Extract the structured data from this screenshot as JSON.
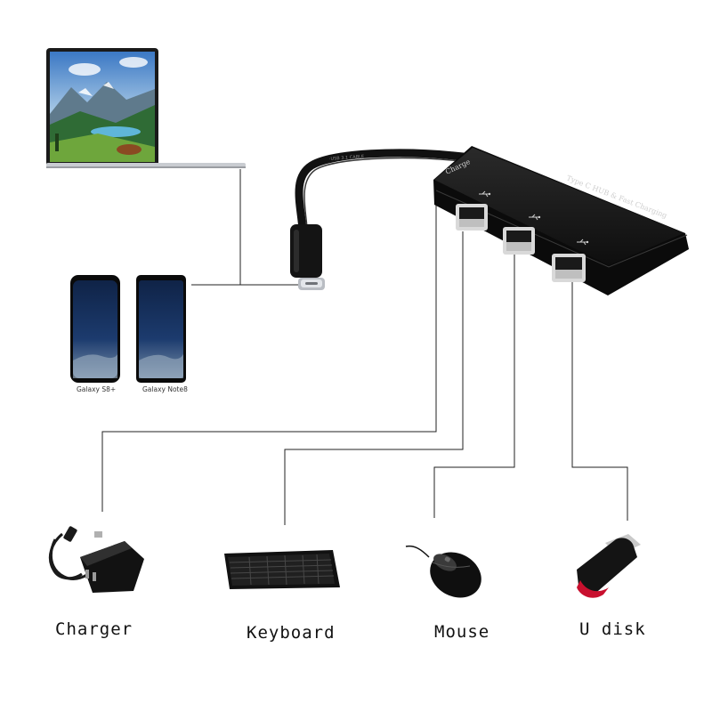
{
  "devices": {
    "charger": "Charger",
    "keyboard": "Keyboard",
    "mouse": "Mouse",
    "udisk": "U disk"
  },
  "phones": {
    "left": "Galaxy S8+",
    "right": "Galaxy Note8"
  },
  "hub": {
    "top_text": "Type C HUB & Fast Charging",
    "side_text": "Charge",
    "cable_text": "·USB 3.1 CABLE"
  },
  "icons": {
    "usb": "usb-icon"
  },
  "colors": {
    "hub": "#151515",
    "udisk_accent": "#c8102e",
    "phone_screen": "#1c3b6e"
  }
}
